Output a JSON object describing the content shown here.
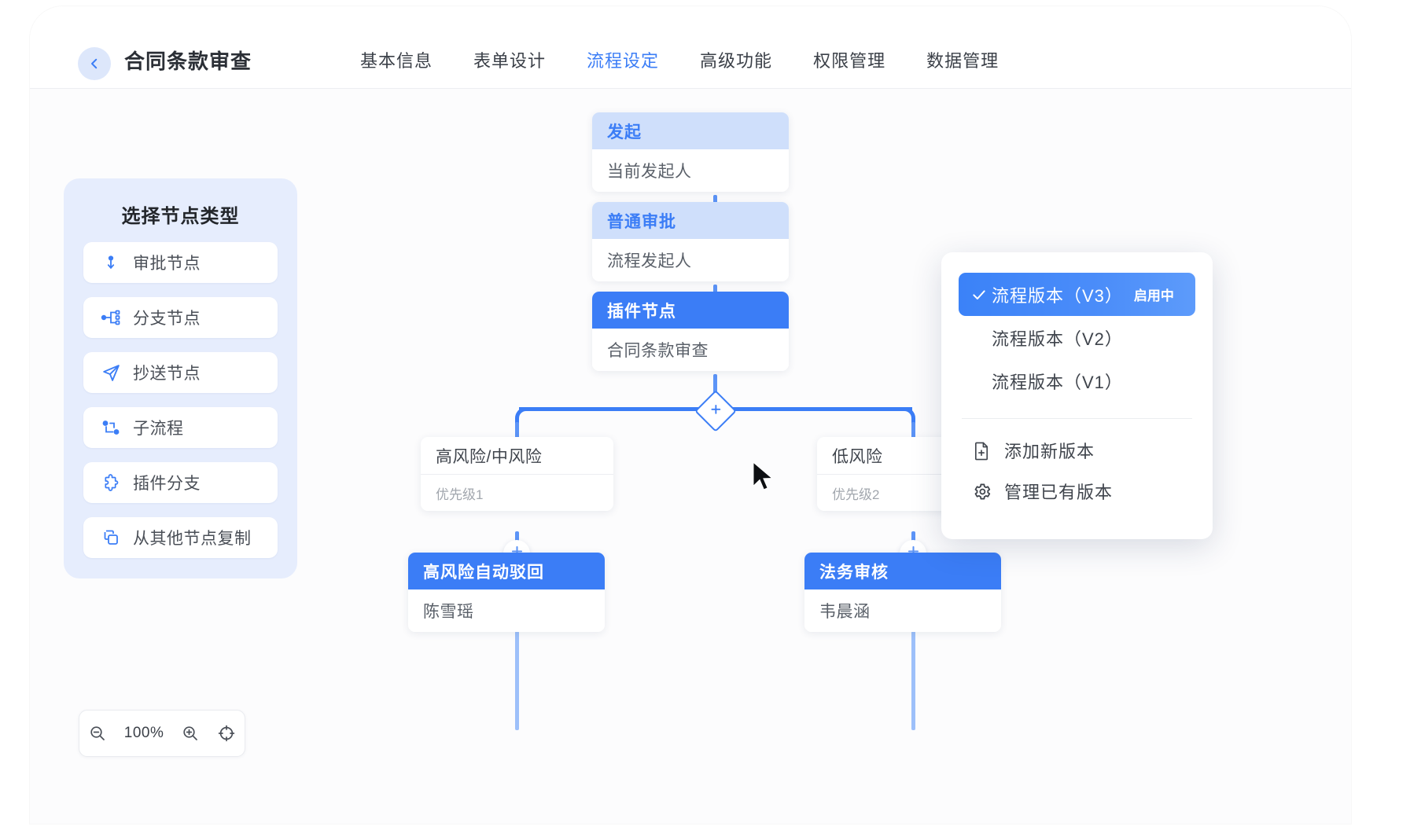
{
  "header": {
    "back_icon": "chevron-left-icon",
    "title": "合同条款审查",
    "tabs": [
      {
        "label": "基本信息",
        "active": false
      },
      {
        "label": "表单设计",
        "active": false
      },
      {
        "label": "流程设定",
        "active": true
      },
      {
        "label": "高级功能",
        "active": false
      },
      {
        "label": "权限管理",
        "active": false
      },
      {
        "label": "数据管理",
        "active": false
      }
    ]
  },
  "palette": {
    "title": "选择节点类型",
    "items": [
      {
        "label": "审批节点",
        "icon": "approval-pin-icon"
      },
      {
        "label": "分支节点",
        "icon": "branch-icon"
      },
      {
        "label": "抄送节点",
        "icon": "send-paper-plane-icon"
      },
      {
        "label": "子流程",
        "icon": "subprocess-icon"
      },
      {
        "label": "插件分支",
        "icon": "plugin-puzzle-icon"
      },
      {
        "label": "从其他节点复制",
        "icon": "copy-icon"
      }
    ]
  },
  "flow": {
    "nodes": [
      {
        "id": "start",
        "head": "发起",
        "body": "当前发起人",
        "style": "light"
      },
      {
        "id": "approval",
        "head": "普通审批",
        "body": "流程发起人",
        "style": "light"
      },
      {
        "id": "plugin",
        "head": "插件节点",
        "body": "合同条款审查",
        "style": "solid"
      }
    ],
    "branches": [
      {
        "id": "branch-high",
        "condition": "高风险/中风险",
        "priority": "优先级1",
        "node": {
          "head": "高风险自动驳回",
          "body": "陈雪瑶",
          "style": "solid"
        }
      },
      {
        "id": "branch-low",
        "condition": "低风险",
        "priority": "优先级2",
        "node": {
          "head": "法务审核",
          "body": "韦晨涵",
          "style": "solid"
        }
      }
    ],
    "add_button_label": "+"
  },
  "zoom_bar": {
    "zoom_out_icon": "zoom-out-icon",
    "level": "100%",
    "zoom_in_icon": "zoom-in-icon",
    "fit_icon": "fit-to-screen-icon"
  },
  "version_menu": {
    "versions": [
      {
        "label": "流程版本（V3）",
        "active": true,
        "badge": "启用中",
        "check_icon": "check-icon"
      },
      {
        "label": "流程版本（V2）",
        "active": false,
        "badge": "",
        "check_icon": ""
      },
      {
        "label": "流程版本（V1）",
        "active": false,
        "badge": "",
        "check_icon": ""
      }
    ],
    "actions": [
      {
        "label": "添加新版本",
        "icon": "file-plus-icon"
      },
      {
        "label": "管理已有版本",
        "icon": "gear-icon"
      }
    ]
  },
  "colors": {
    "accent": "#3b7df6",
    "accent_light": "#cfdffb",
    "palette_bg": "#e6edfd",
    "canvas_bg": "#fcfcfd",
    "text_primary": "#3f444c",
    "text_muted": "#a2a7ae"
  },
  "cursor": {
    "icon": "mouse-pointer-icon"
  }
}
